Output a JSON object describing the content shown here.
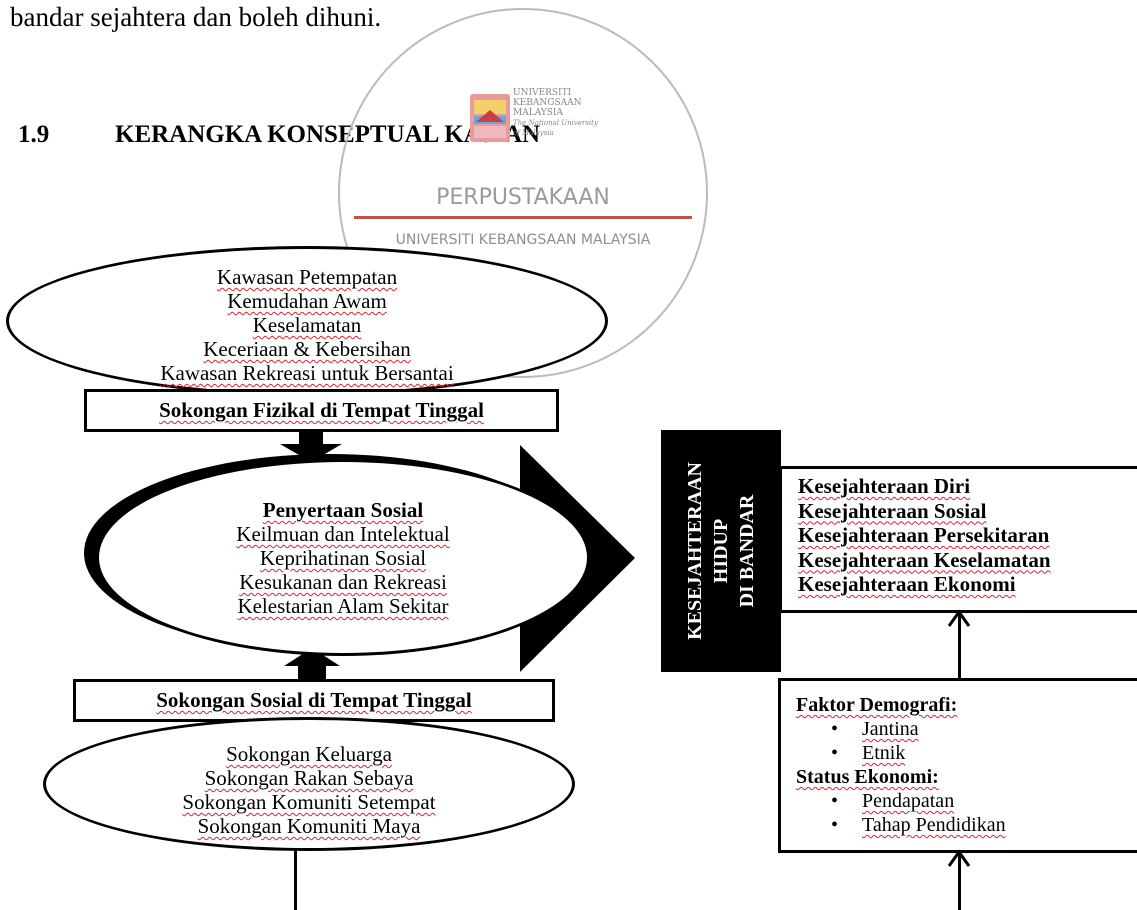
{
  "page": {
    "top_line": "bandar sejahtera dan boleh dihuni.",
    "heading_number": "1.9",
    "heading_text": "KERANGKA KONSEPTUAL KAJIAN"
  },
  "watermark": {
    "univ_lines": [
      "UNIVERSITI",
      "KEBANGSAAN",
      "MALAYSIA",
      "The National University",
      "of Malaysia"
    ],
    "library": "PERPUSTAKAAN",
    "subtitle": "UNIVERSITI KEBANGSAAN MALAYSIA"
  },
  "diagram": {
    "physical_items": [
      "Kawasan Petempatan",
      "Kemudahan Awam",
      "Keselamatan",
      "Keceriaan & Kebersihan",
      "Kawasan Rekreasi untuk Bersantai"
    ],
    "physical_label": "Sokongan Fizikal di Tempat Tinggal",
    "participation_title": "Penyertaan Sosial",
    "participation_items": [
      "Keilmuan dan Intelektual",
      "Keprihatinan Sosial",
      "Kesukanan dan Rekreasi",
      "Kelestarian Alam Sekitar"
    ],
    "social_label": "Sokongan Sosial di Tempat Tinggal",
    "social_items": [
      "Sokongan Keluarga",
      "Sokongan Rakan Sebaya",
      "Sokongan Komuniti Setempat",
      "Sokongan Komuniti Maya"
    ],
    "outcome_title_lines": [
      "KESEJAHTERAAN",
      "HIDUP",
      "DI BANDAR"
    ],
    "outcome_items": [
      "Kesejahteraan Diri",
      "Kesejahteraan Sosial",
      "Kesejahteraan Persekitaran",
      "Kesejahteraan Keselamatan",
      "Kesejahteraan Ekonomi"
    ],
    "demographic_heading": "Faktor Demografi:",
    "demographic_items": [
      "Jantina",
      "Etnik"
    ],
    "economic_heading": "Status Ekonomi:",
    "economic_items": [
      "Pendapatan",
      "Tahap Pendidikan"
    ]
  }
}
